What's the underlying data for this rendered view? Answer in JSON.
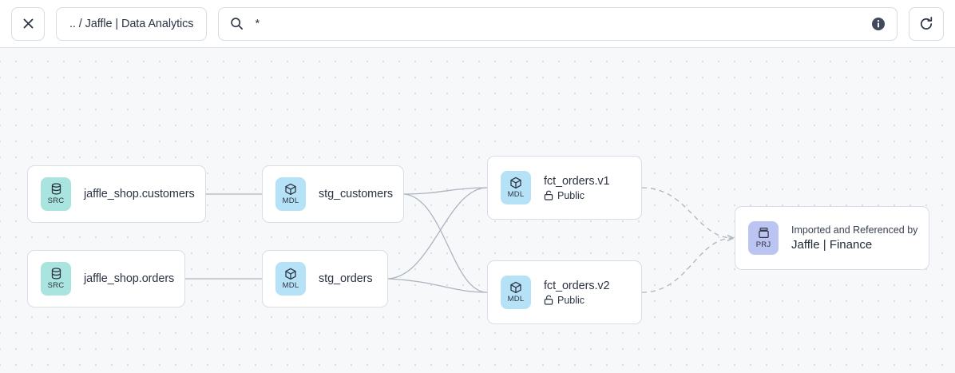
{
  "toolbar": {
    "close_label": "×",
    "close_icon": "close-icon",
    "breadcrumb": ".. / Jaffle | Data Analytics",
    "search_value": "*",
    "search_placeholder": "",
    "search_icon": "search-icon",
    "info_icon": "info-icon",
    "refresh_icon": "refresh-icon"
  },
  "canvas": {
    "background": "#f6f8fa",
    "dot_color": "#d9dde6"
  },
  "graph": {
    "nodes": [
      {
        "id": "src-customers",
        "badge": "SRC",
        "badge_color": "#a9e4de",
        "icon": "database-icon",
        "title": "jaffle_shop.customers"
      },
      {
        "id": "src-orders",
        "badge": "SRC",
        "badge_color": "#a9e4de",
        "icon": "database-icon",
        "title": "jaffle_shop.orders"
      },
      {
        "id": "stg-customers",
        "badge": "MDL",
        "badge_color": "#b6e2f7",
        "icon": "cube-icon",
        "title": "stg_customers"
      },
      {
        "id": "stg-orders",
        "badge": "MDL",
        "badge_color": "#b6e2f7",
        "icon": "cube-icon",
        "title": "stg_orders"
      },
      {
        "id": "fct-orders-v1",
        "badge": "MDL",
        "badge_color": "#b6e2f7",
        "icon": "cube-icon",
        "title": "fct_orders.v1",
        "access": "Public",
        "access_icon": "unlock-icon"
      },
      {
        "id": "fct-orders-v2",
        "badge": "MDL",
        "badge_color": "#b6e2f7",
        "icon": "cube-icon",
        "title": "fct_orders.v2",
        "access": "Public",
        "access_icon": "unlock-icon"
      },
      {
        "id": "prj-finance",
        "badge": "PRJ",
        "badge_color": "#bcc4f2",
        "icon": "project-icon",
        "eyebrow": "Imported and Referenced by",
        "title": "Jaffle | Finance"
      }
    ],
    "edges": [
      {
        "from": "src-customers",
        "to": "stg-customers",
        "style": "solid"
      },
      {
        "from": "src-orders",
        "to": "stg-orders",
        "style": "solid"
      },
      {
        "from": "stg-customers",
        "to": "fct-orders-v1",
        "style": "solid"
      },
      {
        "from": "stg-customers",
        "to": "fct-orders-v2",
        "style": "solid"
      },
      {
        "from": "stg-orders",
        "to": "fct-orders-v1",
        "style": "solid"
      },
      {
        "from": "stg-orders",
        "to": "fct-orders-v2",
        "style": "solid"
      },
      {
        "from": "fct-orders-v1",
        "to": "prj-finance",
        "style": "dashed"
      },
      {
        "from": "fct-orders-v2",
        "to": "prj-finance",
        "style": "dashed"
      }
    ],
    "edge_color": "#aeb4bf",
    "node_border": "#d9dde5"
  }
}
